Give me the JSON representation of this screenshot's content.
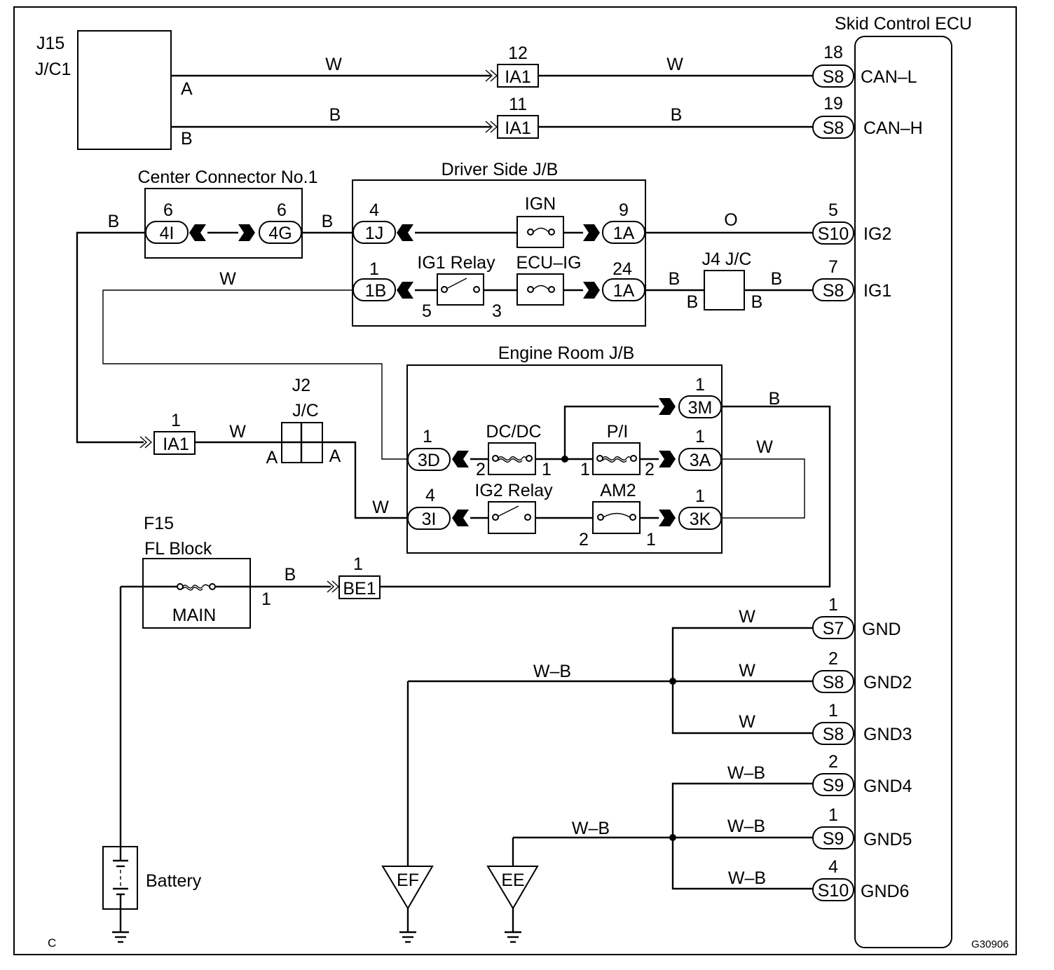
{
  "ecu": {
    "title": "Skid Control ECU",
    "pins": [
      {
        "num": "18",
        "conn": "S8",
        "name": "CAN–L"
      },
      {
        "num": "19",
        "conn": "S8",
        "name": "CAN–H"
      },
      {
        "num": "5",
        "conn": "S10",
        "name": "IG2"
      },
      {
        "num": "7",
        "conn": "S8",
        "name": "IG1"
      },
      {
        "num": "1",
        "conn": "S7",
        "name": "GND"
      },
      {
        "num": "2",
        "conn": "S8",
        "name": "GND2"
      },
      {
        "num": "1",
        "conn": "S8",
        "name": "GND3"
      },
      {
        "num": "2",
        "conn": "S9",
        "name": "GND4"
      },
      {
        "num": "1",
        "conn": "S9",
        "name": "GND5"
      },
      {
        "num": "4",
        "conn": "S10",
        "name": "GND6"
      }
    ]
  },
  "jc1": {
    "id": "J15",
    "name": "J/C1",
    "term_a": "A",
    "term_b": "B"
  },
  "center_connector": {
    "title": "Center Connector No.1",
    "left_num": "6",
    "left_conn": "4I",
    "right_num": "6",
    "right_conn": "4G"
  },
  "driver_jb": {
    "title": "Driver Side J/B",
    "pin_1j_num": "4",
    "pin_1j": "1J",
    "pin_1a_top_num": "9",
    "pin_1a_top": "1A",
    "pin_1b_num": "1",
    "pin_1b": "1B",
    "pin_1a_bot_num": "24",
    "pin_1a_bot": "1A",
    "fuse_ign": "IGN",
    "relay_ig1": "IG1 Relay",
    "fuse_ecu_ig": "ECU–IG",
    "relay_pin_5": "5",
    "relay_pin_3": "3"
  },
  "j4": {
    "name": "J4 J/C",
    "term_left": "B",
    "term_right": "B"
  },
  "engine_jb": {
    "title": "Engine Room J/B",
    "pin_3m_num": "1",
    "pin_3m": "3M",
    "pin_3d_num": "1",
    "pin_3d": "3D",
    "pin_3a_num": "1",
    "pin_3a": "3A",
    "pin_3i_num": "4",
    "pin_3i": "3I",
    "pin_3k_num": "1",
    "pin_3k": "3K",
    "fuse_dcdc": "DC/DC",
    "fuse_pi": "P/I",
    "relay_ig2": "IG2 Relay",
    "fuse_am2": "AM2",
    "n_dcdc_left": "2",
    "n_dcdc_right": "1",
    "n_pi_left": "1",
    "n_pi_right": "2",
    "n_am2_left": "2",
    "n_am2_right": "1"
  },
  "j2": {
    "id": "J2",
    "name": "J/C",
    "term_left": "A",
    "term_right": "A"
  },
  "f15": {
    "id": "F15",
    "name": "FL Block",
    "fuse": "MAIN",
    "pin": "1"
  },
  "inline": {
    "ia1_12_num": "12",
    "ia1_12": "IA1",
    "ia1_11_num": "11",
    "ia1_11": "IA1",
    "ia1_1_num": "1",
    "ia1_1": "IA1",
    "be1_num": "1",
    "be1": "BE1"
  },
  "wire_colors": {
    "can_l_left": "W",
    "can_l_right": "W",
    "can_h_left": "B",
    "can_h_right": "B",
    "cc_left": "B",
    "cc_right": "B",
    "ig2": "O",
    "ig1_left": "W",
    "j4_left": "B",
    "j4_right": "B",
    "ia1_to_j2": "W",
    "j2_to_3i": "W",
    "m3_out": "B",
    "a3_out": "W",
    "main_out": "B",
    "gnd": "W",
    "gnd2": "W",
    "gnd3": "W",
    "ef": "W–B",
    "gnd4": "W–B",
    "gnd5": "W–B",
    "gnd6": "W–B",
    "ee": "W–B"
  },
  "grounds": {
    "ef": "EF",
    "ee": "EE"
  },
  "battery": "Battery",
  "corner_left": "C",
  "figure_code": "G30906"
}
